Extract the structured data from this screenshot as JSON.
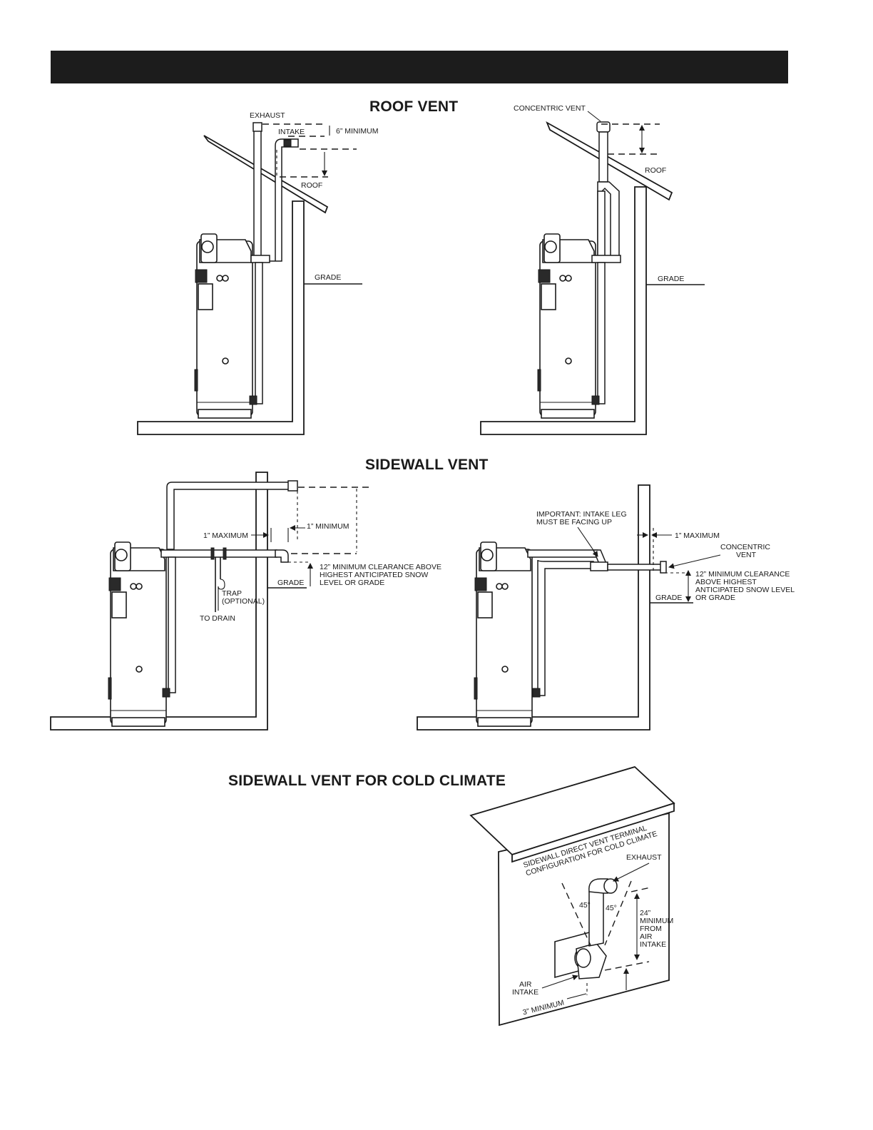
{
  "titles": {
    "roof_vent": "ROOF VENT",
    "sidewall_vent": "SIDEWALL VENT",
    "cold_climate": "SIDEWALL VENT FOR COLD CLIMATE"
  },
  "roof_left": {
    "exhaust": "EXHAUST",
    "intake": "INTAKE",
    "min_6": "6” MINIMUM",
    "roof": "ROOF",
    "grade": "GRADE"
  },
  "roof_right": {
    "concentric_vent": "CONCENTRIC VENT",
    "roof": "ROOF",
    "grade": "GRADE"
  },
  "side_left": {
    "max_1": "1” MAXIMUM",
    "min_1": "1” MINIMUM",
    "clearance_l1": "12” MINIMUM CLEARANCE ABOVE",
    "clearance_l2": "HIGHEST ANTICIPATED SNOW",
    "clearance_l3": "LEVEL OR GRADE",
    "grade": "GRADE",
    "trap_l1": "TRAP",
    "trap_l2": "(OPTIONAL)",
    "to_drain": "TO DRAIN"
  },
  "side_right": {
    "important_l1": "IMPORTANT: INTAKE LEG",
    "important_l2": "MUST BE FACING UP",
    "max_1": "1” MAXIMUM",
    "concentric_l1": "CONCENTRIC",
    "concentric_l2": "VENT",
    "clearance_l1": "12” MINIMUM CLEARANCE",
    "clearance_l2": "ABOVE HIGHEST",
    "clearance_l3": "ANTICIPATED SNOW LEVEL",
    "clearance_l4": "OR GRADE",
    "grade": "GRADE"
  },
  "cold": {
    "terminal_l1": "SIDEWALL DIRECT VENT TERMINAL",
    "terminal_l2": "CONFIGURATION FOR COLD CLIMATE",
    "exhaust": "EXHAUST",
    "angle_left": "45°",
    "angle_right": "45°",
    "min24_l1": "24”",
    "min24_l2": "MINIMUM",
    "min24_l3": "FROM",
    "min24_l4": "AIR",
    "min24_l5": "INTAKE",
    "air_intake_l1": "AIR",
    "air_intake_l2": "INTAKE",
    "min3": "3” MINIMUM"
  }
}
